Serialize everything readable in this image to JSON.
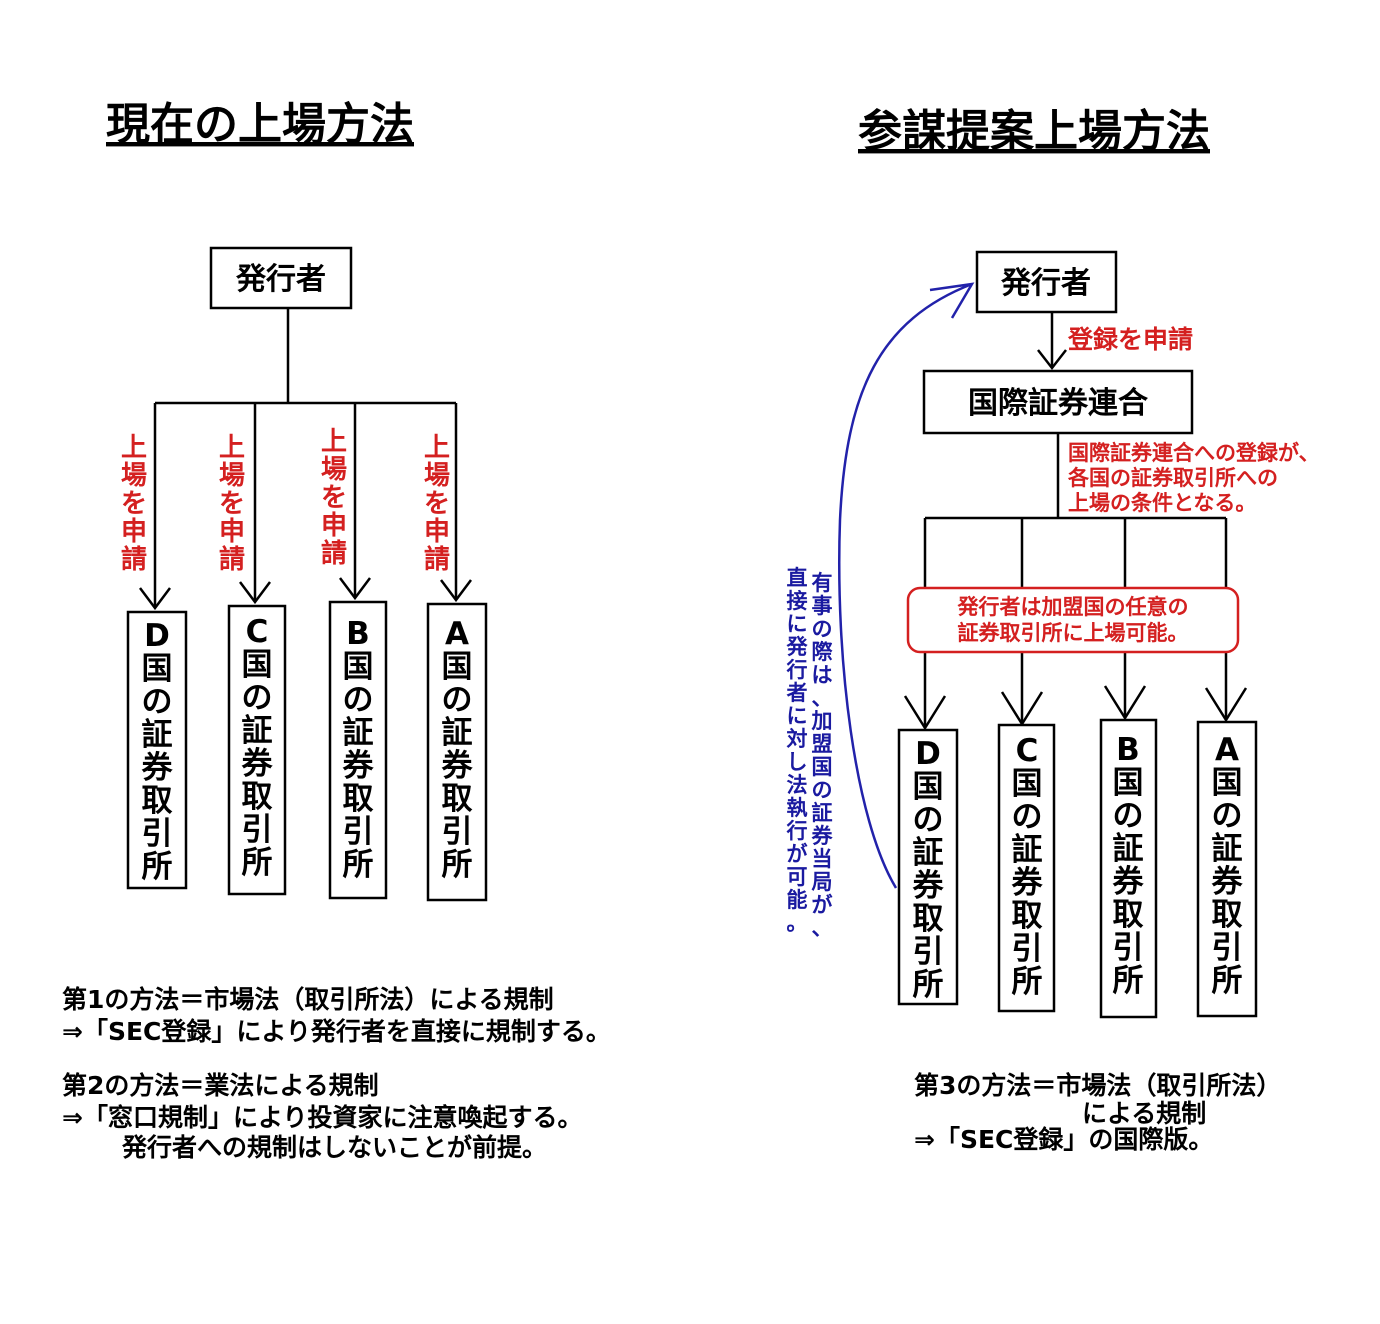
{
  "left": {
    "title": "現在の上場方法",
    "issuer": "発行者",
    "apply_label": "上場を申請",
    "exchanges": [
      "D国の証券取引所",
      "C国の証券取引所",
      "B国の証券取引所",
      "A国の証券取引所"
    ],
    "notes": [
      "第1の方法＝市場法（取引所法）による規制",
      "⇒「SEC登録」により発行者を直接に規制する。",
      "第2の方法＝業法による規制",
      "⇒「窓口規制」により投資家に注意喚起する。",
      "発行者への規制はしないことが前提。"
    ]
  },
  "right": {
    "title": "参謀提案上場方法",
    "issuer": "発行者",
    "register_label": "登録を申請",
    "union": "国際証券連合",
    "condition_lines": [
      "国際証券連合への登録が、",
      "各国の証券取引所への",
      "上場の条件となる。"
    ],
    "choice_lines": [
      "発行者は加盟国の任意の",
      "証券取引所に上場可能。"
    ],
    "enforcement_columns": [
      "有事の際は、加盟国の証券当局が、",
      "直接に発行者に対し法執行が可能。"
    ],
    "exchanges": [
      "D国の証券取引所",
      "C国の証券取引所",
      "B国の証券取引所",
      "A国の証券取引所"
    ],
    "notes": [
      "第3の方法＝市場法（取引所法）",
      "による規制",
      "⇒「SEC登録」の国際版。"
    ]
  },
  "colors": {
    "red_text": "#d42020",
    "blue_text": "#1a1aa0",
    "blue_arrow": "#2222aa",
    "line": "#000000"
  }
}
